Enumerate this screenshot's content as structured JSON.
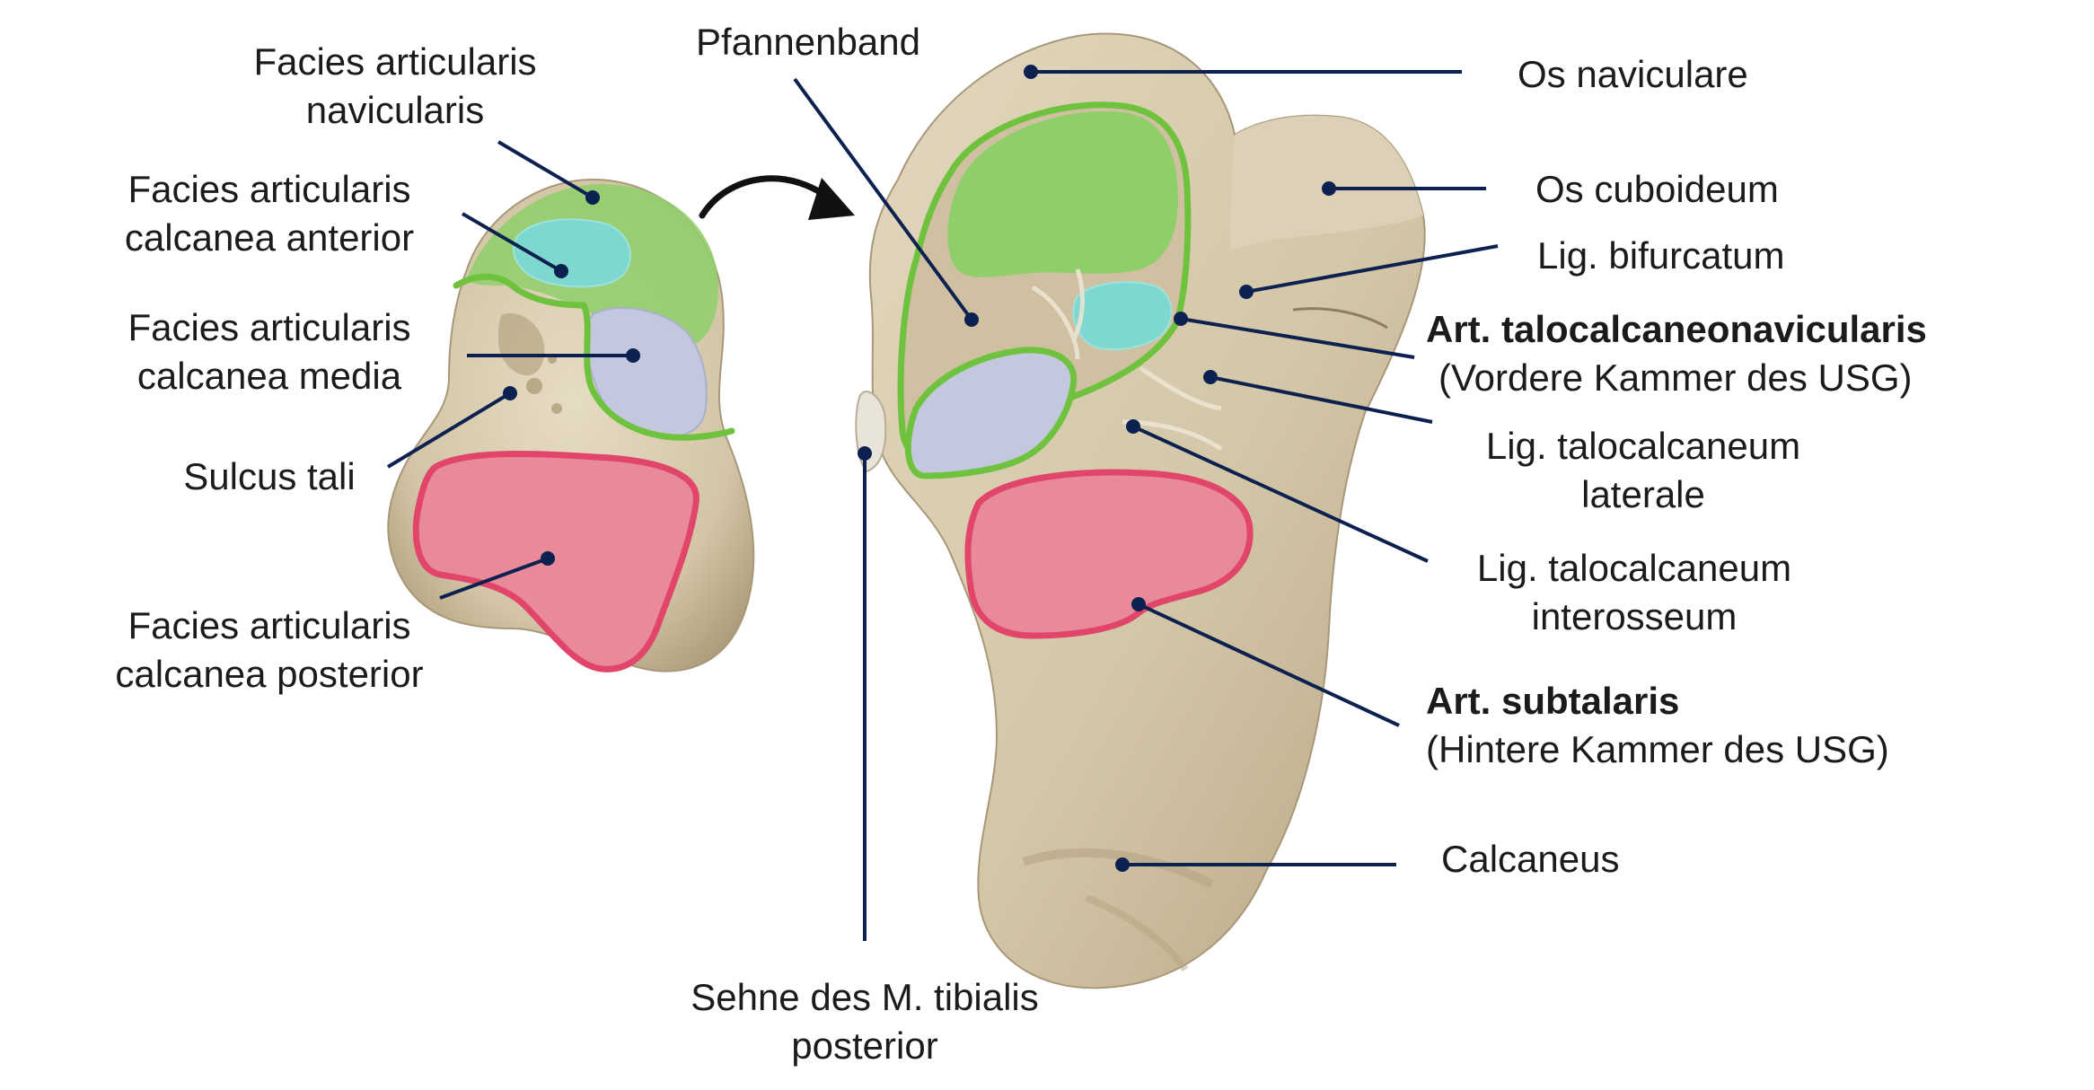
{
  "colors": {
    "bone": "#d9ccb0",
    "bone_shade": "#b8a888",
    "bone_dark": "#8f7f62",
    "green": "#8fcf6a",
    "green_line": "#6fc23e",
    "teal": "#7fd8cf",
    "lavender": "#c3c8de",
    "pink": "#e88a97",
    "pink_line": "#e2456a",
    "leader": "#0d2150",
    "text": "#1b1b1b"
  },
  "labels": {
    "nav1": "Facies articularis",
    "nav2": "navicularis",
    "ant1": "Facies articularis",
    "ant2": "calcanea anterior",
    "med1": "Facies articularis",
    "med2": "calcanea media",
    "sulcus": "Sulcus tali",
    "post1": "Facies articularis",
    "post2": "calcanea posterior",
    "pfannenband": "Pfannenband",
    "naviculare": "Os naviculare",
    "cuboideum": "Os cuboideum",
    "bifurcatum": "Lig. bifurcatum",
    "talocalc_nav": "Art.  talocalcaneonavicularis",
    "vordere": "(Vordere Kammer des USG)",
    "lat1": "Lig. talocalcaneum",
    "lat2": "laterale",
    "inter1": "Lig. talocalcaneum",
    "inter2": "interosseum",
    "subtalaris": "Art. subtalaris",
    "hintere": "(Hintere Kammer des USG)",
    "calcaneus": "Calcaneus",
    "sehne1": "Sehne des M. tibialis",
    "sehne2": "posterior"
  }
}
